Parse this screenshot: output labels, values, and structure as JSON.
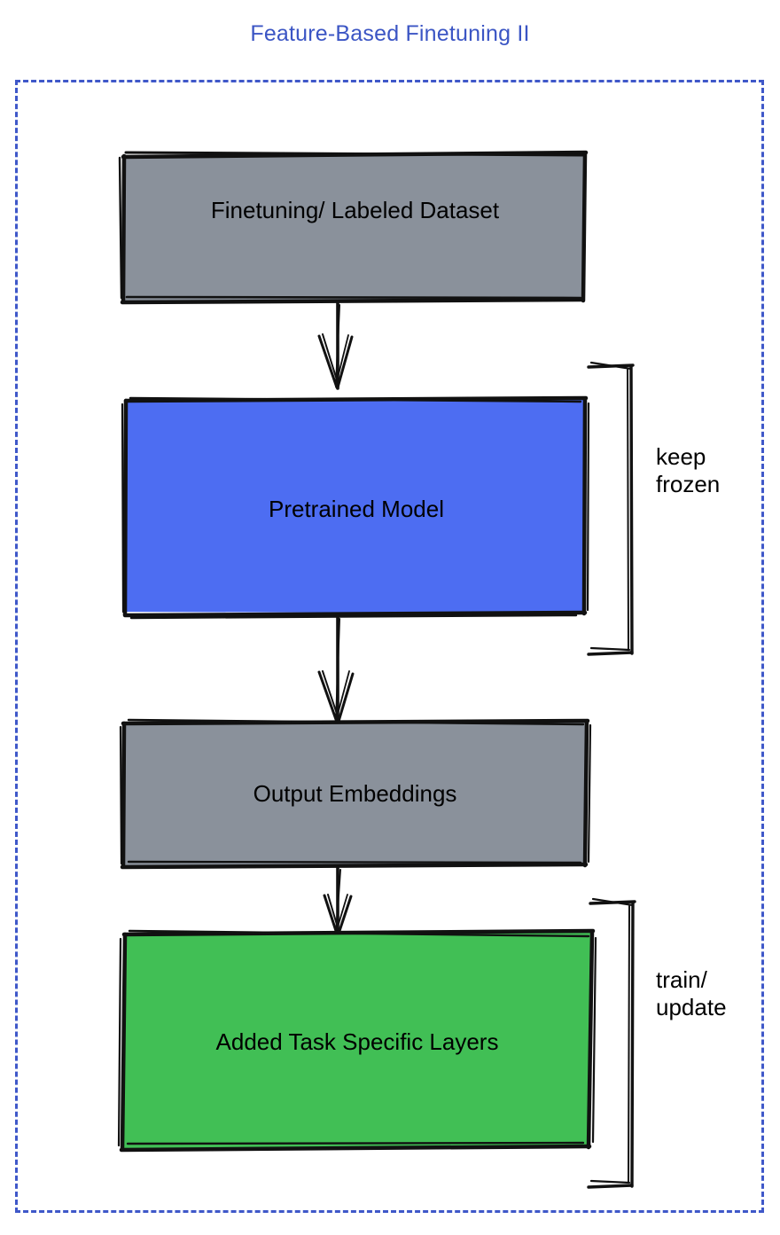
{
  "diagram": {
    "title": "Feature-Based Finetuning II",
    "title_color": "#3b55c4",
    "frame": {
      "style": "dashed",
      "color": "#3f58c9"
    },
    "nodes": [
      {
        "id": "finetuning-dataset",
        "label": "Finetuning/ Labeled Dataset",
        "fill": "#8a919b",
        "stroke": "#111111",
        "shape": "rectangle"
      },
      {
        "id": "pretrained-model",
        "label": "Pretrained Model",
        "fill": "#4d6df2",
        "stroke": "#111111",
        "shape": "rectangle"
      },
      {
        "id": "output-embeddings",
        "label": "Output Embeddings",
        "fill": "#8a919b",
        "stroke": "#111111",
        "shape": "rectangle"
      },
      {
        "id": "task-specific-layers",
        "label": "Added Task Specific Layers",
        "fill": "#41bf55",
        "stroke": "#111111",
        "shape": "rectangle"
      }
    ],
    "edges": [
      {
        "id": "edge-dataset-to-model",
        "from": "finetuning-dataset",
        "to": "pretrained-model",
        "arrow": "down"
      },
      {
        "id": "edge-model-to-embeddings",
        "from": "pretrained-model",
        "to": "output-embeddings",
        "arrow": "down"
      },
      {
        "id": "edge-embeddings-to-layers",
        "from": "output-embeddings",
        "to": "task-specific-layers",
        "arrow": "down"
      }
    ],
    "annotations": [
      {
        "id": "keep-frozen",
        "target": "pretrained-model",
        "lines": [
          "keep",
          "frozen"
        ],
        "bracket": "right"
      },
      {
        "id": "train-update",
        "target": "task-specific-layers",
        "lines": [
          "train/",
          "update"
        ],
        "bracket": "right"
      }
    ]
  }
}
